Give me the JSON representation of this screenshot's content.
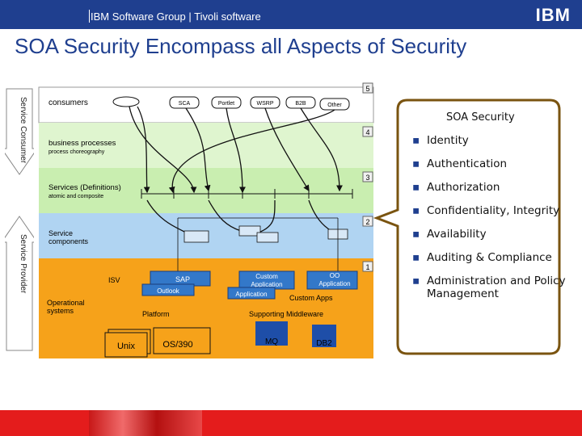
{
  "header": {
    "group_text": "IBM Software Group | Tivoli software",
    "logo_text": "IBM"
  },
  "title": "SOA Security Encompass all Aspects of Security",
  "diagram": {
    "side_labels": {
      "consumer": "Service Consumer",
      "provider": "Service Provider"
    },
    "layers": {
      "layer5": {
        "number": "5",
        "label": "consumers"
      },
      "layer4": {
        "number": "4",
        "label": "business processes",
        "sublabel": "process choreography"
      },
      "layer3": {
        "number": "3",
        "label": "Services (Definitions)",
        "sublabel": "atomic and composite"
      },
      "layer2": {
        "number": "2",
        "label": "Service",
        "label2": "components"
      },
      "layer1": {
        "number": "1"
      }
    },
    "channels": [
      "SCA",
      "Portlet",
      "WSRP",
      "B2B",
      "Other"
    ],
    "apps": {
      "sap": "SAP",
      "outlook": "Outlook",
      "isv": "ISV",
      "custom_application": [
        "Custom",
        "Application"
      ],
      "application": "Application",
      "oo_application": [
        "OO",
        "Application"
      ],
      "custom_apps": "Custom Apps",
      "operational_systems": [
        "Operational",
        "systems"
      ],
      "platform": "Platform",
      "supporting_middleware": "Supporting Middleware",
      "unix": "Unix",
      "os390": "OS/390",
      "mq": "MQ",
      "db2": "DB2"
    }
  },
  "security": {
    "title": "SOA Security",
    "items": [
      "Identity",
      "Authentication",
      "Authorization",
      "Confidentiality, Integrity",
      "Availability",
      "Auditing & Compliance",
      "Administration and Policy Management"
    ],
    "bullet": "▪"
  },
  "colors": {
    "brand_blue": "#1f3f8f",
    "layer5": "#ffffff",
    "layer4": "#dff5cf",
    "layer3": "#c9eeb0",
    "layer2": "#b0d4f2",
    "layer1": "#f6a21a",
    "footer": "#e41c1c"
  }
}
